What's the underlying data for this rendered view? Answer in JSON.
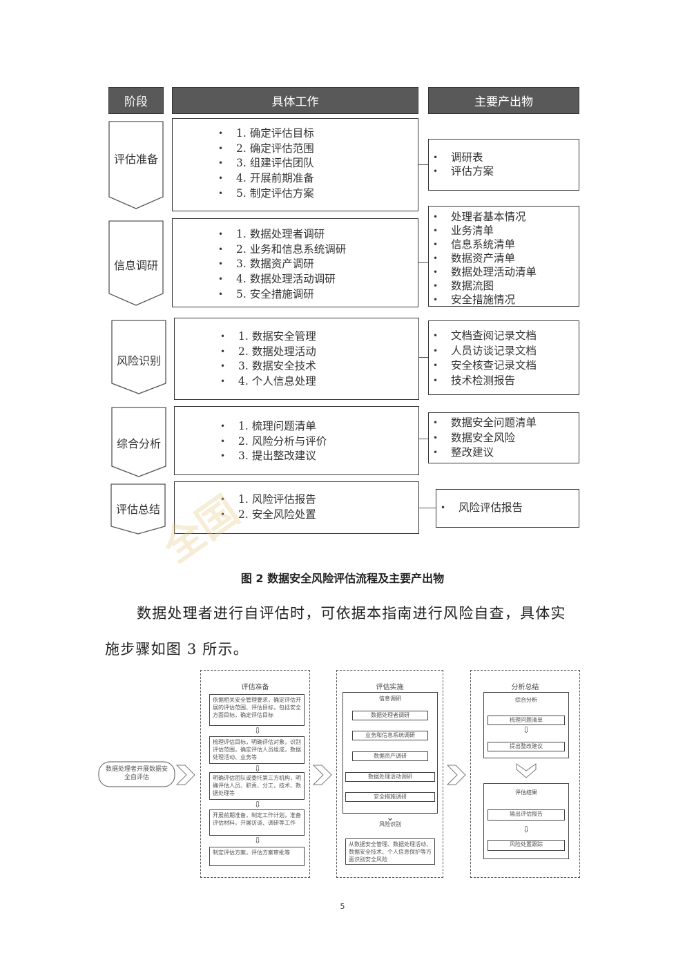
{
  "headers": {
    "stage": "阶段",
    "work": "具体工作",
    "output": "主要产出物"
  },
  "rows": [
    {
      "stage": "评估准备",
      "work": [
        "1. 确定评估目标",
        "2. 确定评估范围",
        "3. 组建评估团队",
        "4. 开展前期准备",
        "5. 制定评估方案"
      ],
      "outputs": [
        "调研表",
        "评估方案"
      ]
    },
    {
      "stage": "信息调研",
      "work": [
        "1. 数据处理者调研",
        "2. 业务和信息系统调研",
        "3. 数据资产调研",
        "4. 数据处理活动调研",
        "5. 安全措施调研"
      ],
      "outputs": [
        "处理者基本情况",
        "业务清单",
        "信息系统清单",
        "数据资产清单",
        "数据处理活动清单",
        "数据流图",
        "安全措施情况"
      ]
    },
    {
      "stage": "风险识别",
      "work": [
        "1. 数据安全管理",
        "2. 数据处理活动",
        "3. 数据安全技术",
        "4. 个人信息处理"
      ],
      "outputs": [
        "文档查阅记录文档",
        "人员访谈记录文档",
        "安全核查记录文档",
        "技术检测报告"
      ]
    },
    {
      "stage": "综合分析",
      "work": [
        "1. 梳理问题清单",
        "2. 风险分析与评价",
        "3. 提出整改建议"
      ],
      "outputs": [
        "数据安全问题清单",
        "数据安全风险",
        "整改建议"
      ]
    },
    {
      "stage": "评估总结",
      "work": [
        "1. 风险评估报告",
        "2. 安全风险处置"
      ],
      "outputs": [
        "风险评估报告"
      ]
    }
  ],
  "caption": "图 2  数据安全风险评估流程及主要产出物",
  "paragraph": {
    "line1": "数据处理者进行自评估时，可依据本指南进行风险自查，具体实",
    "line2": "施步骤如图 3 所示。"
  },
  "figure3": {
    "start": "数据处理者开展数据安全自评估",
    "col1": {
      "title": "评估准备",
      "steps": [
        "依据相关安全管理要求，确定评估开展的评估范围、评估目标，包括安全方面目标，确定评估目标",
        "梳理评估目标，明确评估对象，识别评估范围，确定评估人员组成，数据处理活动、业务等",
        "明确评估团队或委托第三方机构，明确评估人员、职责、分工，技术、数据处理等",
        "开展前期准备，制定工作计划，准备评估材料，开展访谈、调研等工作",
        "制定评估方案，评估方案审批等"
      ]
    },
    "col2": {
      "title": "评估实施",
      "sub1": "信息调研",
      "items": [
        "数据处理者调研",
        "业务和信息系统调研",
        "数据资产调研",
        "数据处理活动调研",
        "安全措施调研"
      ],
      "sub2": "风险识别",
      "risk_text": "从数据安全管理、数据处理活动、数据安全技术、个人信息保护等方面识别安全风险"
    },
    "col3": {
      "title": "分析总结",
      "sub1": "综合分析",
      "items1": [
        "梳理问题清单",
        "提出整改建议"
      ],
      "sub2": "评估结果",
      "items2": [
        "输出评估报告",
        "风险处置跟踪"
      ]
    }
  },
  "page_number": "5",
  "watermark": "全国"
}
